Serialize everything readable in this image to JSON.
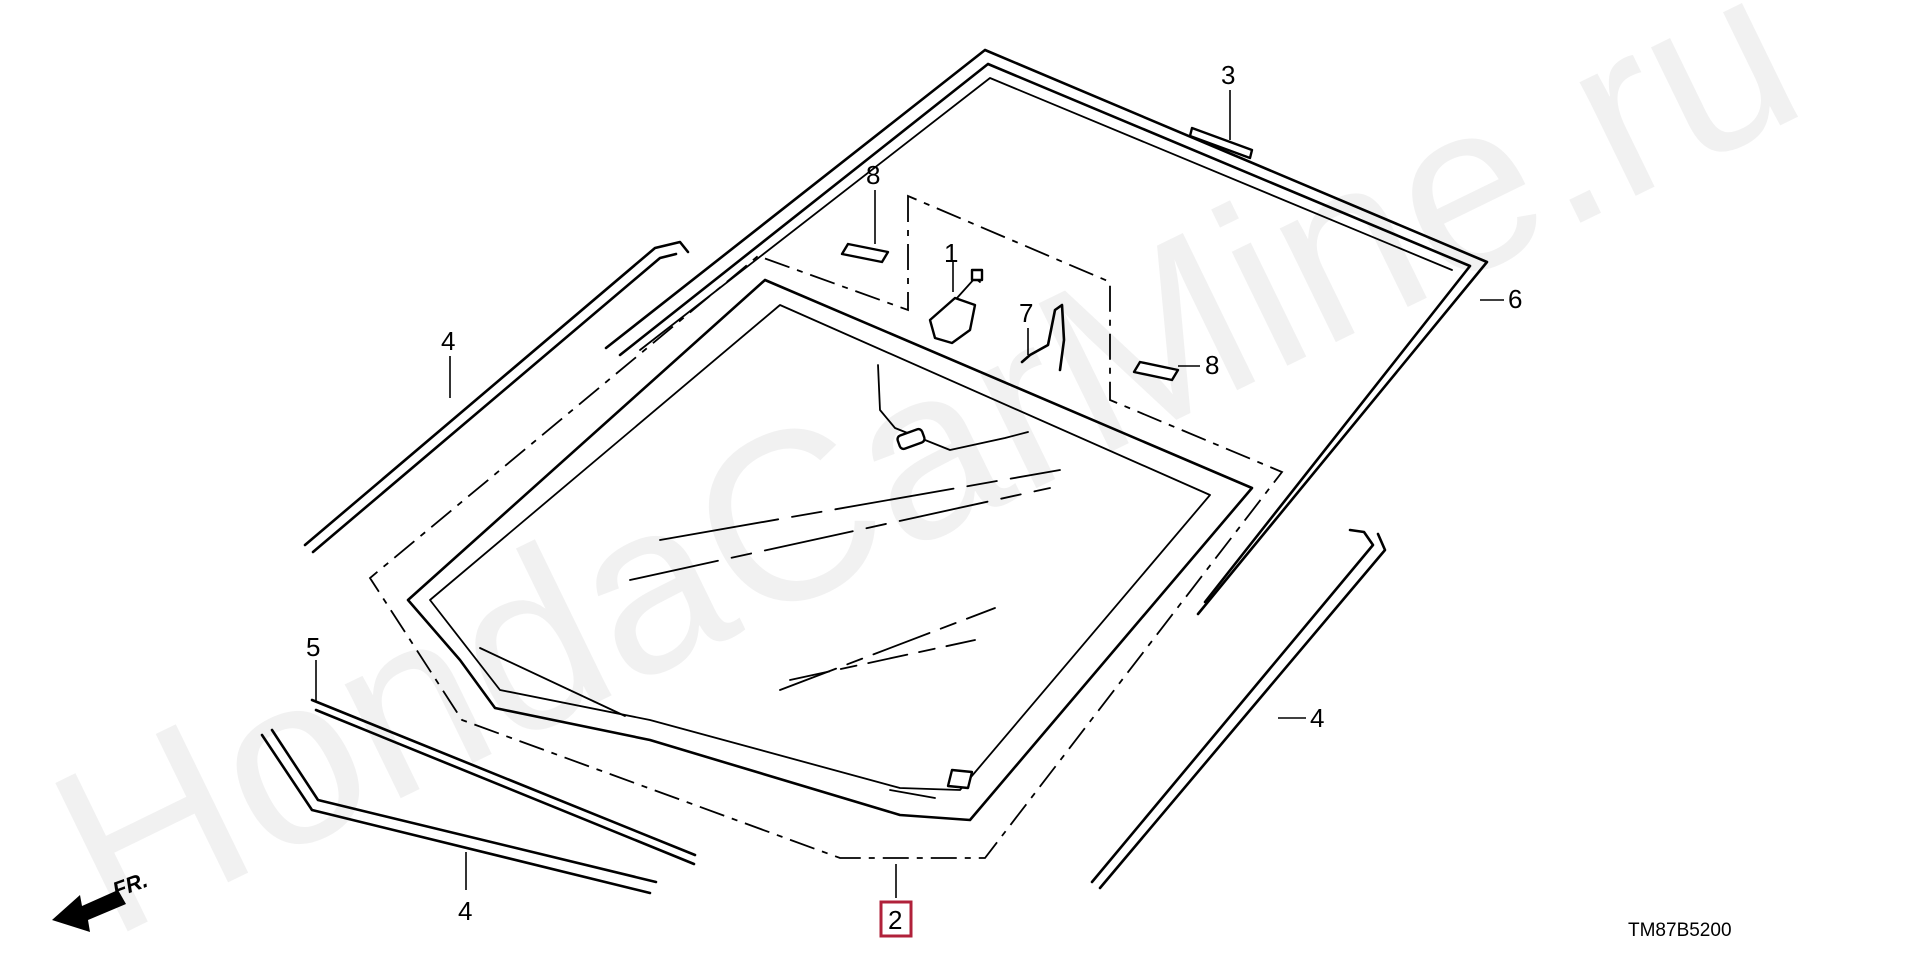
{
  "watermark": "HondaCarMine.ru",
  "diagram_code": "TM87B5200",
  "direction_label": "FR.",
  "highlight_color": "#b0213a",
  "callouts": {
    "c1": "1",
    "c2": "2",
    "c3": "3",
    "c4a": "4",
    "c4b": "4",
    "c4c": "4",
    "c5": "5",
    "c6": "6",
    "c7": "7",
    "c8a": "8",
    "c8b": "8"
  }
}
